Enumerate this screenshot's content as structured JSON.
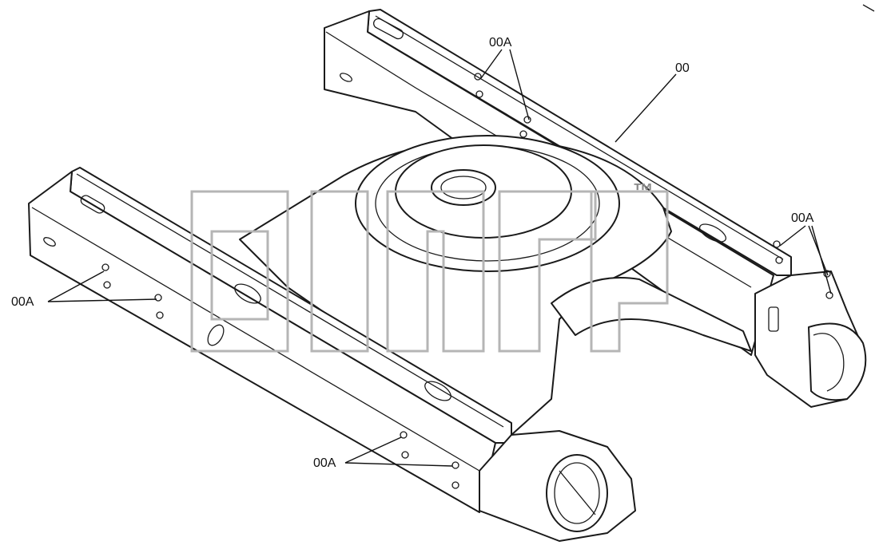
{
  "diagram": {
    "labels": {
      "frame": "00",
      "bolt_top": "00A",
      "bolt_right": "00A",
      "bolt_left": "00A",
      "bolt_bottom": "00A"
    },
    "watermark": {
      "trademark": "™"
    },
    "colors": {
      "line": "#1a1a1a",
      "watermark": "#b5b5b5",
      "background": "#ffffff"
    }
  }
}
